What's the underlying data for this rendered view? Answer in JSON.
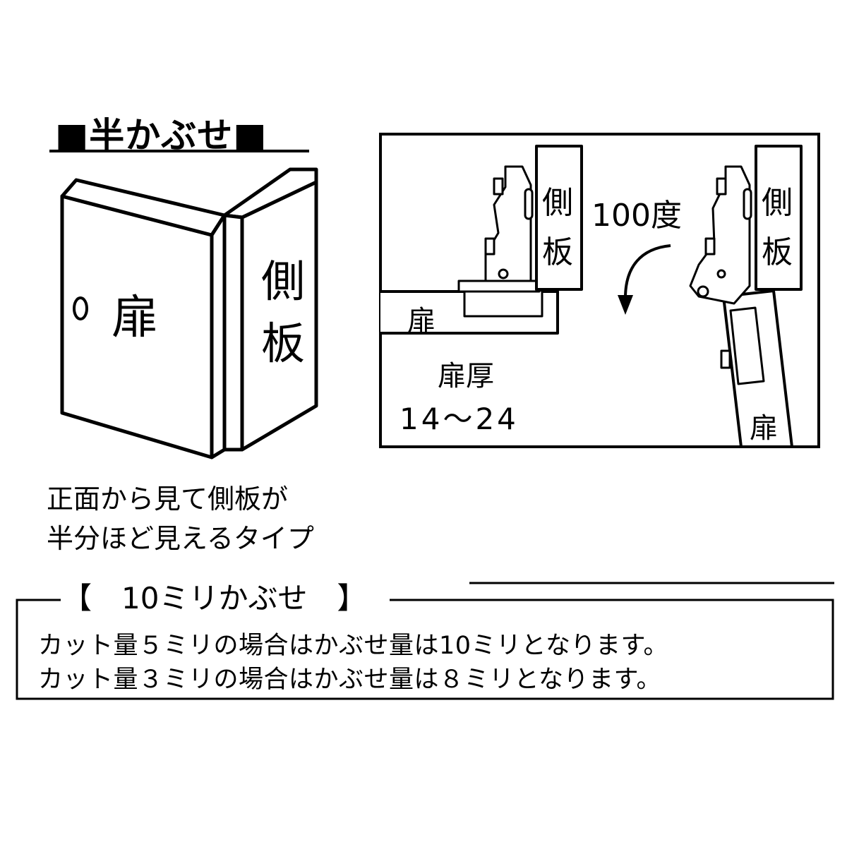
{
  "half_overlay": {
    "title": "■半かぶせ■",
    "door_label": "扉",
    "side_panel_label_1": "側",
    "side_panel_label_2": "板",
    "description_line_1": "正面から見て側板が",
    "description_line_2": "半分ほど見えるタイプ"
  },
  "hinge_diagram": {
    "closed_side_label_1": "側",
    "closed_side_label_2": "板",
    "closed_door_label": "扉",
    "door_thickness_label": "扉厚",
    "door_thickness_range": "14～24",
    "open_angle_label": "100度",
    "open_side_label_1": "側",
    "open_side_label_2": "板",
    "open_door_label": "扉"
  },
  "overlay_note": {
    "title": "【　10ミリかぶせ　】",
    "line_1": "カット量５ミリの場合はかぶせ量は10ミリとなります。",
    "line_2": "カット量３ミリの場合はかぶせ量は８ミリとなります。"
  }
}
